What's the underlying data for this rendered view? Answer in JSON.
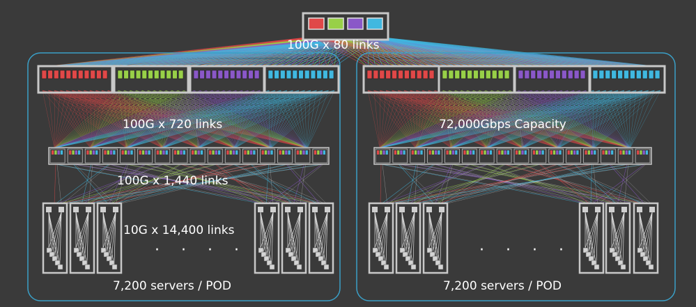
{
  "colors": {
    "background": "#3a3a3a",
    "pod_border": "#3aa0c8",
    "box_border": "#c8c8c8",
    "red": "#e04848",
    "green": "#98d048",
    "purple": "#8a58c8",
    "cyan": "#40b8e0"
  },
  "labels": {
    "core_links": "100G x 80 links",
    "spine_links": "100G x 720 links",
    "capacity": "72,000Gbps Capacity",
    "leaf_links": "100G x 1,440 links",
    "server_links": "10G x 14,400 links",
    "pod_left_caption": "7,200 servers / POD",
    "pod_right_caption": "7,200 servers / POD",
    "ellipsis": "· · · ·"
  },
  "pods": [
    {
      "id": "left"
    },
    {
      "id": "right"
    }
  ]
}
